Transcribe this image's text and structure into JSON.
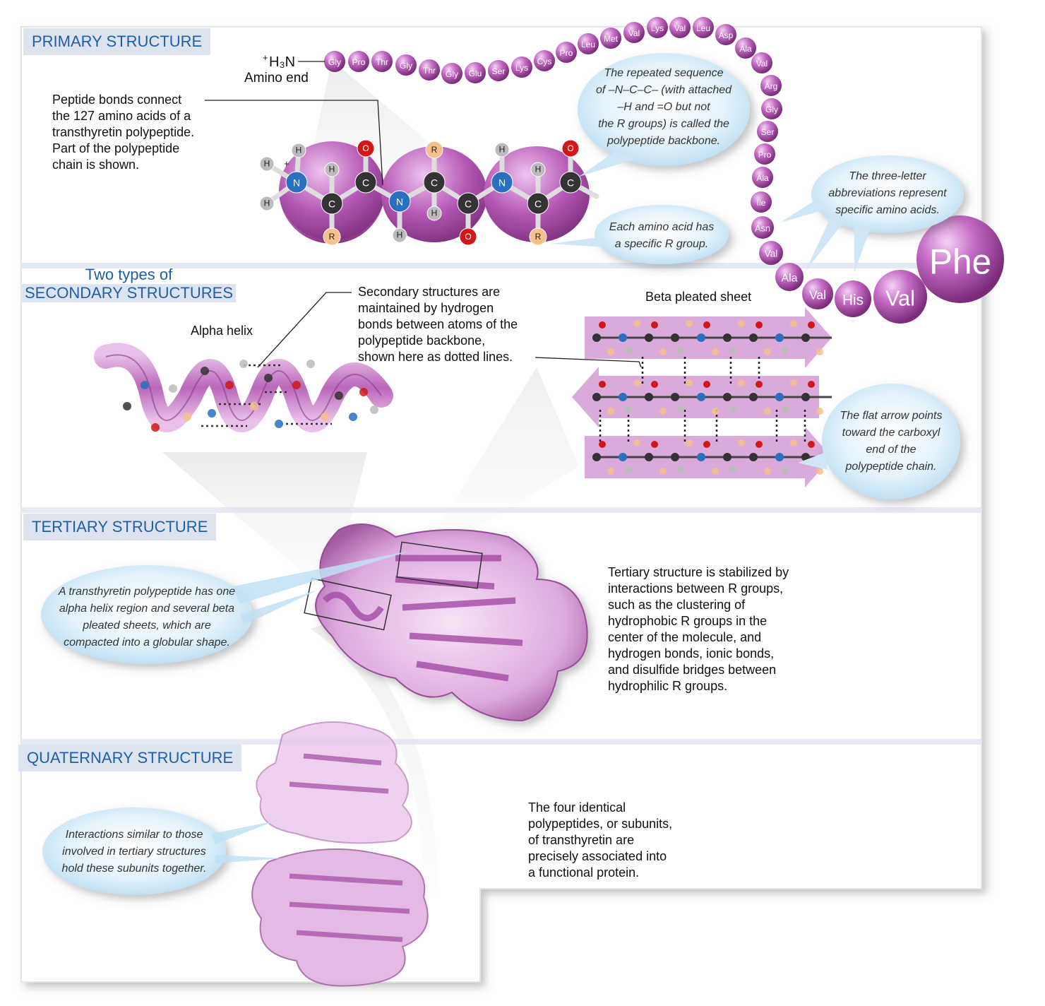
{
  "sections": {
    "primary": "PRIMARY STRUCTURE",
    "secondary_line1": "Two types of",
    "secondary_line2": "SECONDARY STRUCTURES",
    "tertiary": "TERTIARY STRUCTURE",
    "quaternary": "QUATERNARY STRUCTURE"
  },
  "primary": {
    "amino_end_sup": "+",
    "amino_end_formula": "H₃N",
    "amino_end_label": "Amino end",
    "peptide_text": "Peptide bonds connect\nthe 127 amino acids of a\ntransthyretin polypeptide.\nPart of the polypeptide\nchain is shown.",
    "backbone_callout": "The repeated sequence\nof –N–C–C– (with attached\n–H and =O but not\nthe R groups) is called the\npolypeptide backbone.",
    "rgroup_callout": "Each amino acid has\na specific R group.",
    "abbrev_callout": "The three-letter\nabbreviations represent\nspecific amino acids.",
    "chain": [
      "Gly",
      "Pro",
      "Thr",
      "Gly",
      "Thr",
      "Gly",
      "Glu",
      "Ser",
      "Lys",
      "Cys",
      "Pro",
      "Leu",
      "Met",
      "Val",
      "Lys",
      "Val",
      "Leu",
      "Asp",
      "Ala",
      "Val",
      "Arg",
      "Gly",
      "Ser",
      "Pro",
      "Ala",
      "Ile",
      "Asn",
      "Val",
      "Ala",
      "Val",
      "His",
      "Val",
      "Phe"
    ],
    "atoms": {
      "h": "H",
      "c": "C",
      "n": "N",
      "o": "O",
      "r": "R",
      "plus": "+"
    }
  },
  "secondary": {
    "alpha_label": "Alpha helix",
    "beta_label": "Beta pleated sheet",
    "hbond_text": "Secondary structures are\nmaintained by hydrogen\nbonds between atoms of the\npolypeptide backbone,\nshown here as dotted lines.",
    "arrow_callout": "The flat arrow points\ntoward the carboxyl\nend of the\npolypeptide chain."
  },
  "tertiary": {
    "callout": "A transthyretin polypeptide has one\nalpha helix region and several beta\npleated sheets, which are\ncompacted into a globular shape.",
    "text": "Tertiary structure is stabilized by\ninteractions between R groups,\nsuch as the clustering of\nhydrophobic R groups in the\ncenter of the molecule, and\nhydrogen bonds, ionic bonds,\nand disulfide bridges between\nhydrophilic R groups."
  },
  "quaternary": {
    "callout": "Interactions similar to those\ninvolved in tertiary structures\nhold these subunits together.",
    "text": "The four identical\npolypeptides, or subunits,\nof transthyretin are\nprecisely associated into\na functional protein."
  },
  "colors": {
    "bead": "#b04fb0",
    "bead_light": "#e3aee3",
    "section_label_bg": "#dde4f0",
    "section_label_text": "#1f5fa8",
    "callout_fill": "#d7ecf8",
    "carbon": "#333333",
    "nitrogen": "#2a6fc0",
    "oxygen": "#d01818",
    "hydrogen": "#bbbbbb",
    "rgroup": "#f6c08a"
  }
}
